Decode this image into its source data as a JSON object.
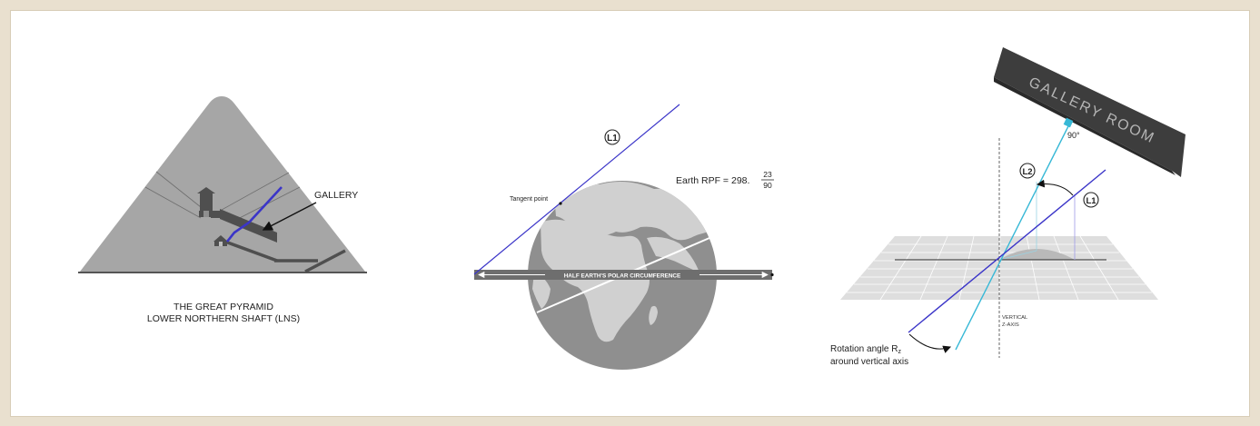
{
  "colors": {
    "page_bg": "#e9e0cf",
    "pyramid": "#a6a6a6",
    "chamber": "#4f4f4f",
    "blue_line": "#3b35c8",
    "cyan_line": "#37b8d6",
    "globe_ocean": "#8f8f8f",
    "globe_land": "#d0d0d0",
    "gallery_room": "#3d3d3d"
  },
  "pyramid_diagram": {
    "gallery_label": "GALLERY",
    "caption_line1": "THE GREAT PYRAMID",
    "caption_line2": "LOWER NORTHERN SHAFT (LNS)"
  },
  "earth_diagram": {
    "line_label": "L1",
    "tangent_label": "Tangent point",
    "rpf_prefix": "Earth RPF = 298.",
    "rpf_numerator": "23",
    "rpf_denominator": "90",
    "circumference_label": "HALF EARTH'S POLAR CIRCUMFERENCE"
  },
  "rotation_diagram": {
    "room_label": "GALLERY ROOM",
    "angle_label": "90°",
    "l2_label": "L2",
    "l1_label": "L1",
    "axis_line1": "VERTICAL",
    "axis_line2": "Z-AXIS",
    "rotation_line1": "Rotation angle R",
    "rotation_subscript": "z",
    "rotation_line2": "around vertical axis"
  }
}
